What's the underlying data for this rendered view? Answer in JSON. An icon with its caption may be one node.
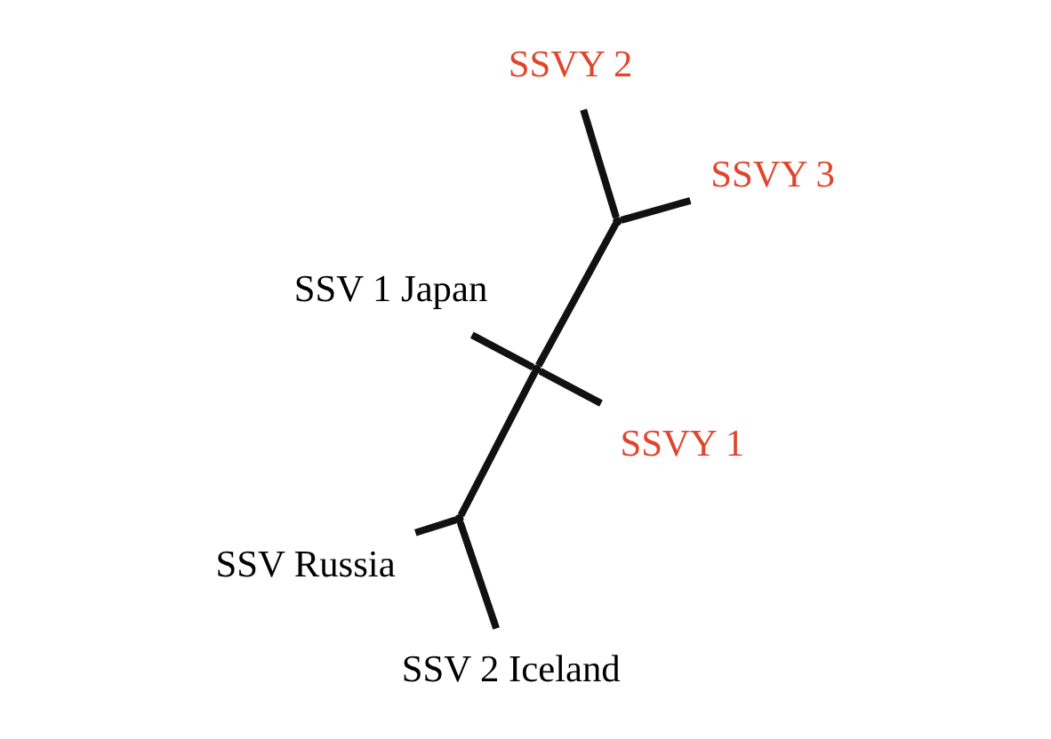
{
  "diagram": {
    "nodes": [
      {
        "text": [
          "SSV Russia"
        ]
      },
      {
        "text": [
          "SSV 2 Iceland"
        ]
      },
      {
        "text": [
          "SSVY 1"
        ]
      },
      {
        "text": [
          "SSVY 2"
        ]
      },
      {
        "text": [
          "SSVY 3"
        ]
      },
      {
        "text": [
          "SSV 1 Japan"
        ]
      },
      {
        "text": [],
        "shape": "point"
      },
      {
        "text": [],
        "shape": "point"
      },
      {
        "text": [],
        "shape": "point"
      }
    ],
    "edges": [
      {
        "from": 0,
        "to": 6,
        "arrow": "none"
      },
      {
        "from": 1,
        "to": 6,
        "arrow": "none"
      },
      {
        "from": 6,
        "to": 7,
        "arrow": "none"
      },
      {
        "from": 7,
        "to": 2,
        "arrow": "none"
      },
      {
        "from": 7,
        "to": 5,
        "arrow": "none"
      },
      {
        "from": 7,
        "to": 8,
        "arrow": "none"
      },
      {
        "from": 8,
        "to": 3,
        "arrow": "none"
      },
      {
        "from": 8,
        "to": 4,
        "arrow": "none"
      }
    ]
  }
}
